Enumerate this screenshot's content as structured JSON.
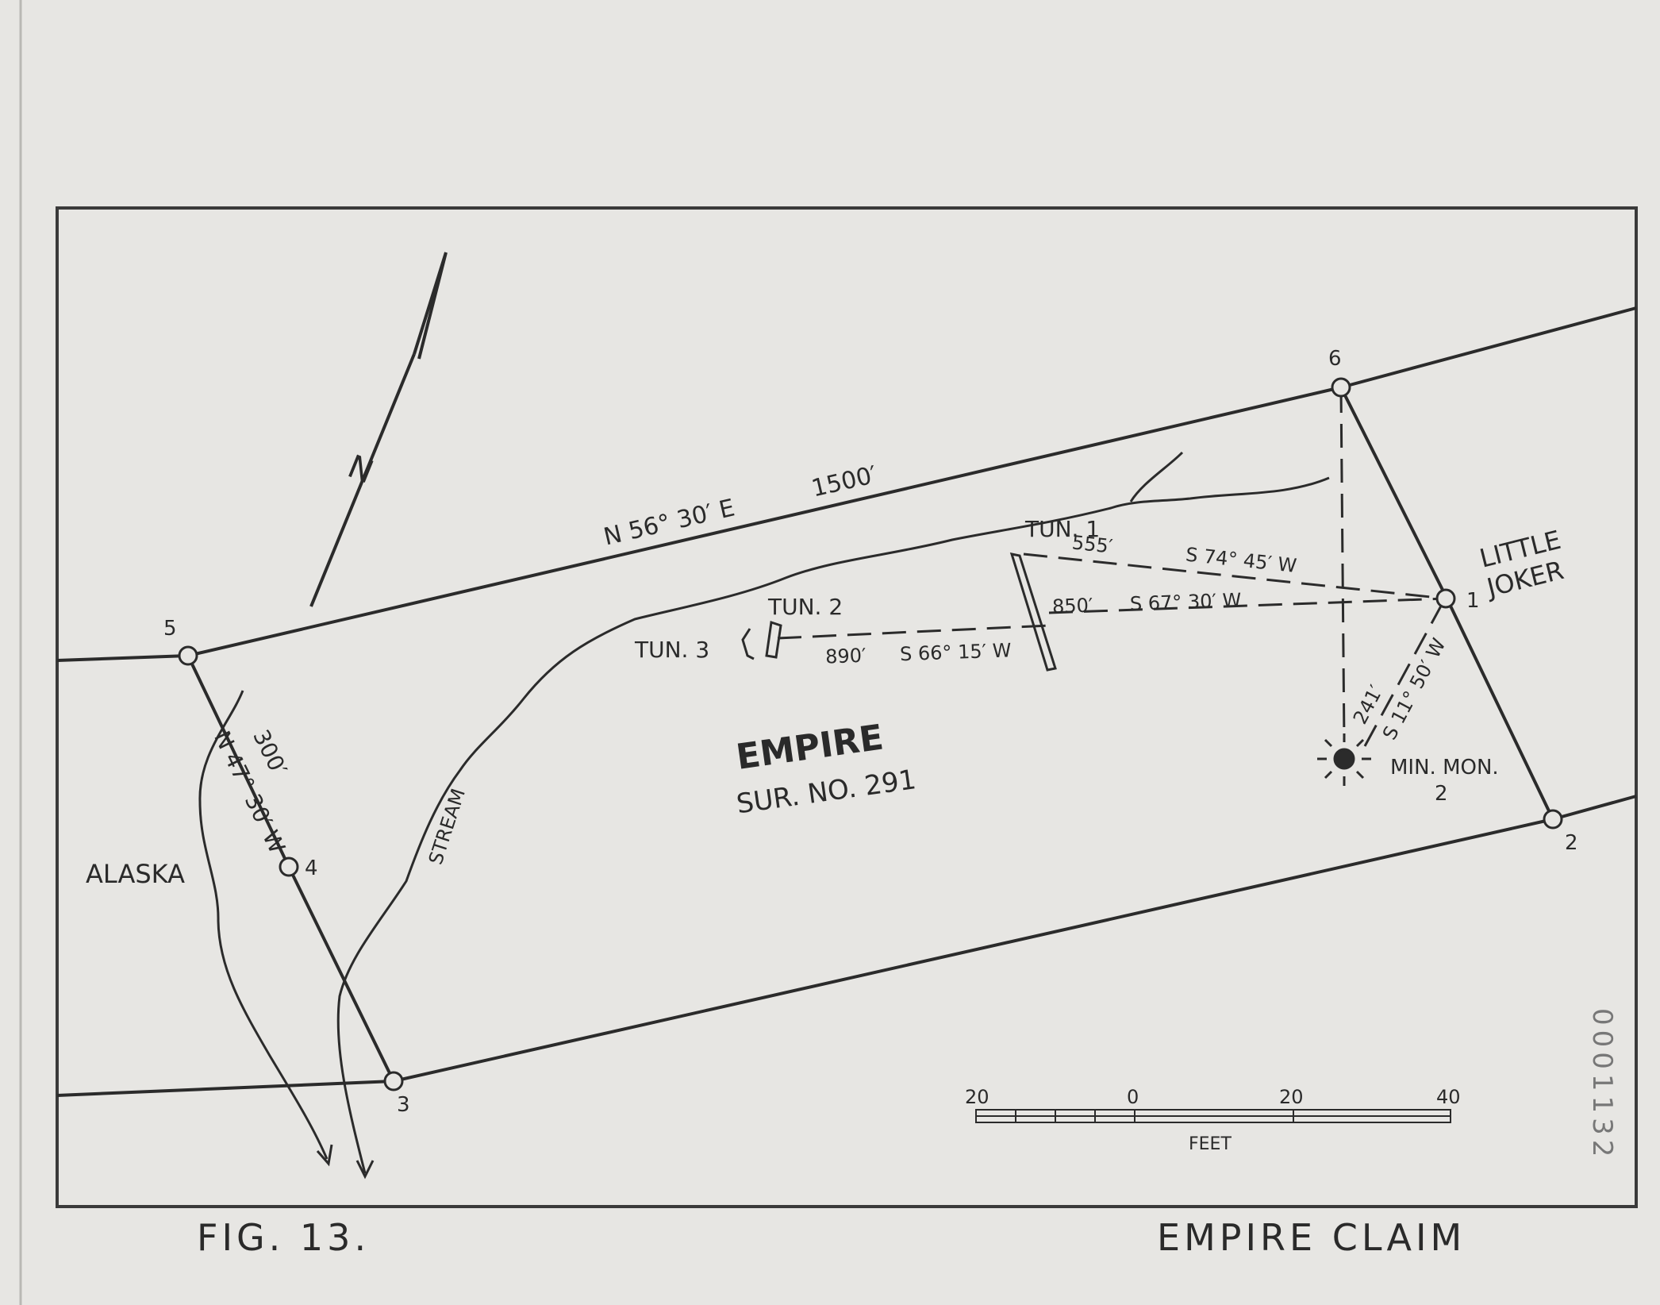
{
  "colors": {
    "paper": "#e7e6e3",
    "ink": "#2b2b2b",
    "frame": "#3a3a3a"
  },
  "map": {
    "claim_name": "EMPIRE",
    "survey": "SUR. NO. 291",
    "north_arrow_label": "N",
    "stream_label": "STREAM",
    "adjacent_claims": {
      "west": "ALASKA",
      "east": "LITTLE\nJOKER"
    },
    "corners": [
      "1",
      "2",
      "3",
      "4",
      "5",
      "6"
    ],
    "bearings": {
      "side_5_6": {
        "bearing": "N 56° 30′ E",
        "distance": "1500′"
      },
      "side_5_3_distance": "300′",
      "side_5_3_bearing": "N 47° 30′ W"
    },
    "monument": {
      "label": "MIN. MON.",
      "number": "2",
      "tie_distance": "241′",
      "tie_bearing": "S 11° 50′ W"
    },
    "tunnels": [
      {
        "name": "TUN. 1",
        "distance": "555′",
        "bearing": "S 74° 45′ W"
      },
      {
        "name": "TUN. 2",
        "distance": "850′",
        "bearing": "S 67° 30′ W"
      },
      {
        "name": "TUN. 3",
        "distance": "890′",
        "bearing": "S 66° 15′ W"
      }
    ],
    "scale_bar": {
      "unit": "FEET",
      "labels": [
        "20",
        "0",
        "20",
        "40"
      ]
    }
  },
  "captions": {
    "figure": "FIG.  13.",
    "title": "EMPIRE   CLAIM"
  },
  "stamp": "0001132"
}
